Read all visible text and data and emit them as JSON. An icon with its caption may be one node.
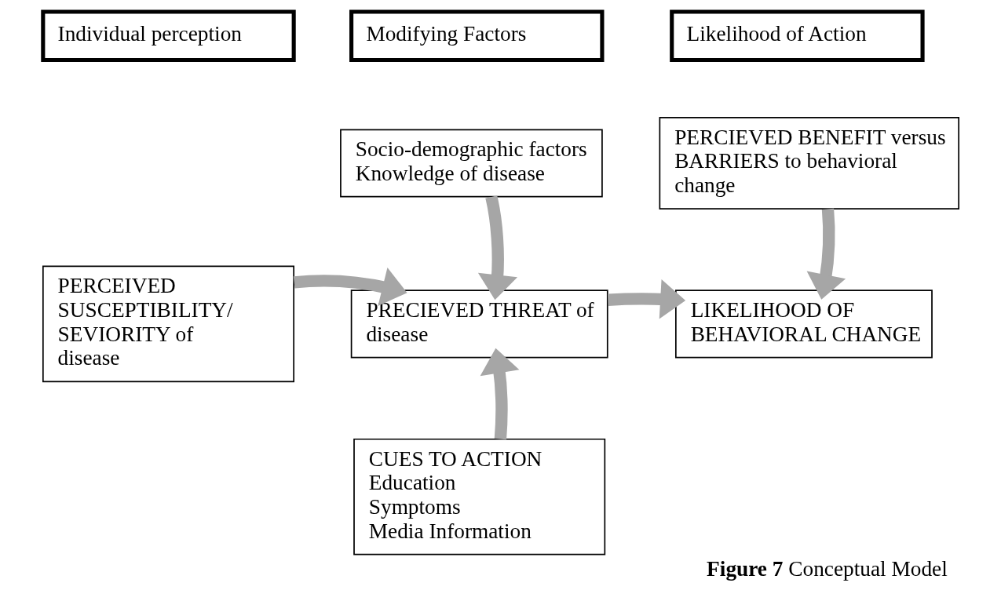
{
  "diagram": {
    "caption": "**Figure 7** Conceptual Model",
    "nodes": [
      {
        "text": [
          "Individual perception"
        ]
      },
      {
        "text": [
          "Modifying Factors"
        ]
      },
      {
        "text": [
          "Likelihood of Action"
        ]
      },
      {
        "text": [
          "Socio-demographic factors",
          "Knowledge of disease"
        ]
      },
      {
        "text": [
          "PERCIEVED BENEFIT versus BARRIERS to behavioral change"
        ]
      },
      {
        "text": [
          "PERCEIVED SUSCEPTIBILITY/ SEVIORITY of disease"
        ]
      },
      {
        "text": [
          "PRECIEVED THREAT of disease"
        ]
      },
      {
        "text": [
          "LIKELIHOOD OF BEHAVIORAL CHANGE"
        ]
      },
      {
        "text": [
          "CUES TO ACTION",
          "Education",
          "Symptoms",
          "Media Information"
        ]
      }
    ],
    "edges": [
      {
        "from": 3,
        "to": 6,
        "arrow": "to"
      },
      {
        "from": 4,
        "to": 7,
        "arrow": "to"
      },
      {
        "from": 5,
        "to": 6,
        "arrow": "to"
      },
      {
        "from": 6,
        "to": 7,
        "arrow": "to"
      },
      {
        "from": 8,
        "to": 6,
        "arrow": "to"
      }
    ]
  }
}
